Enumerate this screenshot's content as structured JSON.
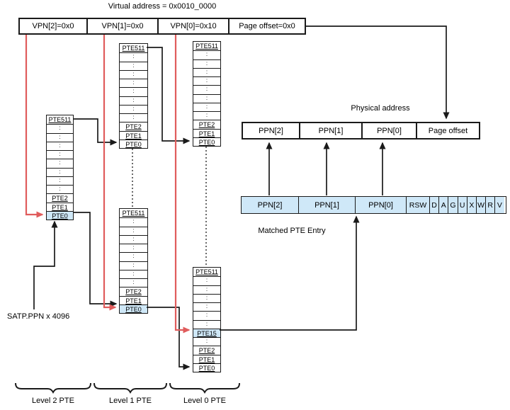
{
  "colors": {
    "red": "#e05c5c",
    "hl": "#cfe8f8",
    "ink": "#1a1a1a"
  },
  "virtual_address": {
    "title": "Virtual address = 0x0010_0000",
    "cells": [
      {
        "label": "VPN[2]=0x0"
      },
      {
        "label": "VPN[1]=0x0"
      },
      {
        "label": "VPN[0]=0x10"
      },
      {
        "label": "Page offset=0x0"
      }
    ]
  },
  "physical_address": {
    "title": "Physical address",
    "cells": [
      {
        "label": "PPN[2]"
      },
      {
        "label": "PPN[1]"
      },
      {
        "label": "PPN[0]"
      },
      {
        "label": "Page offset"
      }
    ]
  },
  "matched_pte": {
    "caption": "Matched PTE Entry",
    "cells": [
      {
        "label": "PPN[2]"
      },
      {
        "label": "PPN[1]"
      },
      {
        "label": "PPN[0]"
      },
      {
        "label": "RSW"
      },
      {
        "label": "D"
      },
      {
        "label": "A"
      },
      {
        "label": "G"
      },
      {
        "label": "U"
      },
      {
        "label": "X"
      },
      {
        "label": "W"
      },
      {
        "label": "R"
      },
      {
        "label": "V"
      }
    ]
  },
  "satp_label": "SATP.PPN x 4096",
  "tables": {
    "level2": {
      "rows": [
        {
          "label": "PTE511"
        },
        {
          "label": ":"
        },
        {
          "label": ":"
        },
        {
          "label": ":"
        },
        {
          "label": ":"
        },
        {
          "label": ":"
        },
        {
          "label": ":"
        },
        {
          "label": ":"
        },
        {
          "label": ":"
        },
        {
          "label": "PTE2"
        },
        {
          "label": "PTE1"
        },
        {
          "label": "PTE0",
          "highlight": true
        }
      ]
    },
    "level1_upper": {
      "rows": [
        {
          "label": "PTE511"
        },
        {
          "label": ":"
        },
        {
          "label": ":"
        },
        {
          "label": ":"
        },
        {
          "label": ":"
        },
        {
          "label": ":"
        },
        {
          "label": ":"
        },
        {
          "label": ":"
        },
        {
          "label": ":"
        },
        {
          "label": "PTE2"
        },
        {
          "label": "PTE1"
        },
        {
          "label": "PTE0"
        }
      ]
    },
    "level1_lower": {
      "rows": [
        {
          "label": "PTE511"
        },
        {
          "label": ":"
        },
        {
          "label": ":"
        },
        {
          "label": ":"
        },
        {
          "label": ":"
        },
        {
          "label": ":"
        },
        {
          "label": ":"
        },
        {
          "label": ":"
        },
        {
          "label": ":"
        },
        {
          "label": "PTE2"
        },
        {
          "label": "PTE1"
        },
        {
          "label": "PTE0",
          "highlight": true
        }
      ]
    },
    "level0_upper": {
      "rows": [
        {
          "label": "PTE511"
        },
        {
          "label": ":"
        },
        {
          "label": ":"
        },
        {
          "label": ":"
        },
        {
          "label": ":"
        },
        {
          "label": ":"
        },
        {
          "label": ":"
        },
        {
          "label": ":"
        },
        {
          "label": ":"
        },
        {
          "label": "PTE2"
        },
        {
          "label": "PTE1"
        },
        {
          "label": "PTE0"
        }
      ]
    },
    "level0_lower": {
      "rows": [
        {
          "label": "PTE511"
        },
        {
          "label": ":"
        },
        {
          "label": ":"
        },
        {
          "label": ":"
        },
        {
          "label": ":"
        },
        {
          "label": ":"
        },
        {
          "label": ":"
        },
        {
          "label": "PTE15",
          "highlight": true
        },
        {
          "label": ":"
        },
        {
          "label": "PTE2"
        },
        {
          "label": "PTE1"
        },
        {
          "label": "PTE0"
        }
      ]
    }
  },
  "level_labels": [
    {
      "label": "Level 2 PTE"
    },
    {
      "label": "Level 1 PTE"
    },
    {
      "label": "Level 0 PTE"
    }
  ]
}
